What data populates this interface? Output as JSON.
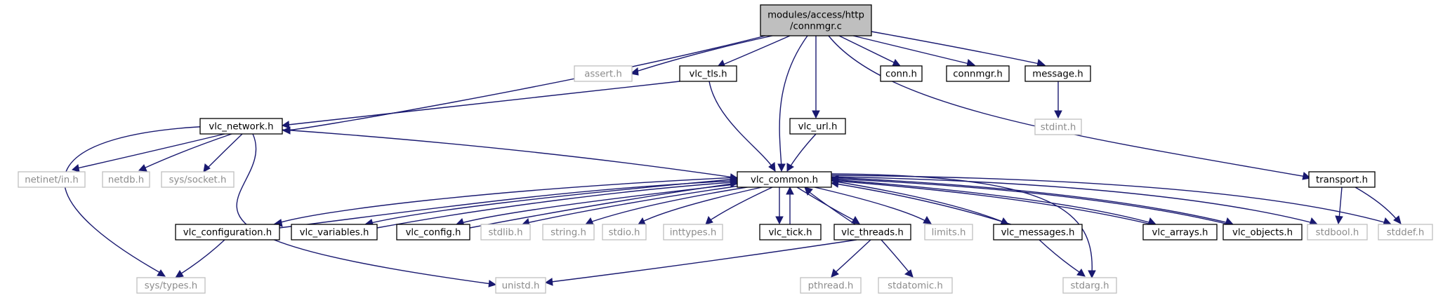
{
  "colors": {
    "edge": "#191970",
    "root_fill": "#bfbfbf",
    "normal_border": "#000000",
    "external_border": "#bfbfbf",
    "normal_text": "#000000",
    "external_text": "#8c8c8c"
  },
  "nodes": [
    {
      "id": "root",
      "lines": [
        "modules/access/http",
        "/connmgr.c"
      ],
      "kind": "root"
    },
    {
      "id": "assert",
      "lines": [
        "assert.h"
      ],
      "kind": "external"
    },
    {
      "id": "vlc_tls",
      "lines": [
        "vlc_tls.h"
      ],
      "kind": "normal"
    },
    {
      "id": "conn",
      "lines": [
        "conn.h"
      ],
      "kind": "normal"
    },
    {
      "id": "connmgr",
      "lines": [
        "connmgr.h"
      ],
      "kind": "normal"
    },
    {
      "id": "message",
      "lines": [
        "message.h"
      ],
      "kind": "normal"
    },
    {
      "id": "stdint",
      "lines": [
        "stdint.h"
      ],
      "kind": "external"
    },
    {
      "id": "vlc_network",
      "lines": [
        "vlc_network.h"
      ],
      "kind": "normal"
    },
    {
      "id": "vlc_url",
      "lines": [
        "vlc_url.h"
      ],
      "kind": "normal"
    },
    {
      "id": "netinet_in",
      "lines": [
        "netinet/in.h"
      ],
      "kind": "external"
    },
    {
      "id": "netdb",
      "lines": [
        "netdb.h"
      ],
      "kind": "external"
    },
    {
      "id": "sys_socket",
      "lines": [
        "sys/socket.h"
      ],
      "kind": "external"
    },
    {
      "id": "vlc_common",
      "lines": [
        "vlc_common.h"
      ],
      "kind": "normal"
    },
    {
      "id": "transport",
      "lines": [
        "transport.h"
      ],
      "kind": "normal"
    },
    {
      "id": "vlc_configuration",
      "lines": [
        "vlc_configuration.h"
      ],
      "kind": "normal"
    },
    {
      "id": "vlc_variables",
      "lines": [
        "vlc_variables.h"
      ],
      "kind": "normal"
    },
    {
      "id": "vlc_config",
      "lines": [
        "vlc_config.h"
      ],
      "kind": "normal"
    },
    {
      "id": "stdlib",
      "lines": [
        "stdlib.h"
      ],
      "kind": "external"
    },
    {
      "id": "string",
      "lines": [
        "string.h"
      ],
      "kind": "external"
    },
    {
      "id": "stdio",
      "lines": [
        "stdio.h"
      ],
      "kind": "external"
    },
    {
      "id": "inttypes",
      "lines": [
        "inttypes.h"
      ],
      "kind": "external"
    },
    {
      "id": "vlc_tick",
      "lines": [
        "vlc_tick.h"
      ],
      "kind": "normal"
    },
    {
      "id": "vlc_threads",
      "lines": [
        "vlc_threads.h"
      ],
      "kind": "normal"
    },
    {
      "id": "limits",
      "lines": [
        "limits.h"
      ],
      "kind": "external"
    },
    {
      "id": "vlc_messages",
      "lines": [
        "vlc_messages.h"
      ],
      "kind": "normal"
    },
    {
      "id": "vlc_arrays",
      "lines": [
        "vlc_arrays.h"
      ],
      "kind": "normal"
    },
    {
      "id": "vlc_objects",
      "lines": [
        "vlc_objects.h"
      ],
      "kind": "normal"
    },
    {
      "id": "stdbool",
      "lines": [
        "stdbool.h"
      ],
      "kind": "external"
    },
    {
      "id": "stddef",
      "lines": [
        "stddef.h"
      ],
      "kind": "external"
    },
    {
      "id": "sys_types",
      "lines": [
        "sys/types.h"
      ],
      "kind": "external"
    },
    {
      "id": "unistd",
      "lines": [
        "unistd.h"
      ],
      "kind": "external"
    },
    {
      "id": "pthread",
      "lines": [
        "pthread.h"
      ],
      "kind": "external"
    },
    {
      "id": "stdatomic",
      "lines": [
        "stdatomic.h"
      ],
      "kind": "external"
    },
    {
      "id": "stdarg",
      "lines": [
        "stdarg.h"
      ],
      "kind": "external"
    }
  ],
  "edges": [
    [
      "root",
      "assert"
    ],
    [
      "root",
      "vlc_tls"
    ],
    [
      "root",
      "vlc_network"
    ],
    [
      "root",
      "vlc_common"
    ],
    [
      "root",
      "vlc_url"
    ],
    [
      "root",
      "conn"
    ],
    [
      "root",
      "connmgr"
    ],
    [
      "root",
      "message"
    ],
    [
      "root",
      "transport"
    ],
    [
      "vlc_tls",
      "vlc_network"
    ],
    [
      "vlc_tls",
      "vlc_common"
    ],
    [
      "message",
      "stdint"
    ],
    [
      "vlc_url",
      "vlc_common"
    ],
    [
      "vlc_network",
      "netinet_in"
    ],
    [
      "vlc_network",
      "netdb"
    ],
    [
      "vlc_network",
      "sys_socket"
    ],
    [
      "vlc_network",
      "vlc_common"
    ],
    [
      "vlc_network",
      "sys_types"
    ],
    [
      "vlc_network",
      "unistd"
    ],
    [
      "transport",
      "stdbool"
    ],
    [
      "transport",
      "stddef"
    ],
    [
      "vlc_common",
      "vlc_configuration"
    ],
    [
      "vlc_common",
      "vlc_variables"
    ],
    [
      "vlc_common",
      "vlc_config"
    ],
    [
      "vlc_common",
      "stdlib"
    ],
    [
      "vlc_common",
      "string"
    ],
    [
      "vlc_common",
      "stdio"
    ],
    [
      "vlc_common",
      "inttypes"
    ],
    [
      "vlc_common",
      "vlc_tick"
    ],
    [
      "vlc_common",
      "vlc_threads"
    ],
    [
      "vlc_common",
      "limits"
    ],
    [
      "vlc_common",
      "vlc_messages"
    ],
    [
      "vlc_common",
      "vlc_arrays"
    ],
    [
      "vlc_common",
      "vlc_objects"
    ],
    [
      "vlc_common",
      "stdbool"
    ],
    [
      "vlc_common",
      "stddef"
    ],
    [
      "vlc_common",
      "stdarg"
    ],
    [
      "vlc_configuration",
      "vlc_common"
    ],
    [
      "vlc_configuration",
      "sys_types"
    ],
    [
      "vlc_variables",
      "vlc_common"
    ],
    [
      "vlc_config",
      "vlc_common"
    ],
    [
      "vlc_tick",
      "vlc_common"
    ],
    [
      "vlc_threads",
      "vlc_common"
    ],
    [
      "vlc_threads",
      "unistd"
    ],
    [
      "vlc_threads",
      "pthread"
    ],
    [
      "vlc_threads",
      "stdatomic"
    ],
    [
      "vlc_messages",
      "vlc_common"
    ],
    [
      "vlc_messages",
      "stdarg"
    ],
    [
      "vlc_arrays",
      "vlc_common"
    ],
    [
      "vlc_objects",
      "vlc_common"
    ]
  ]
}
